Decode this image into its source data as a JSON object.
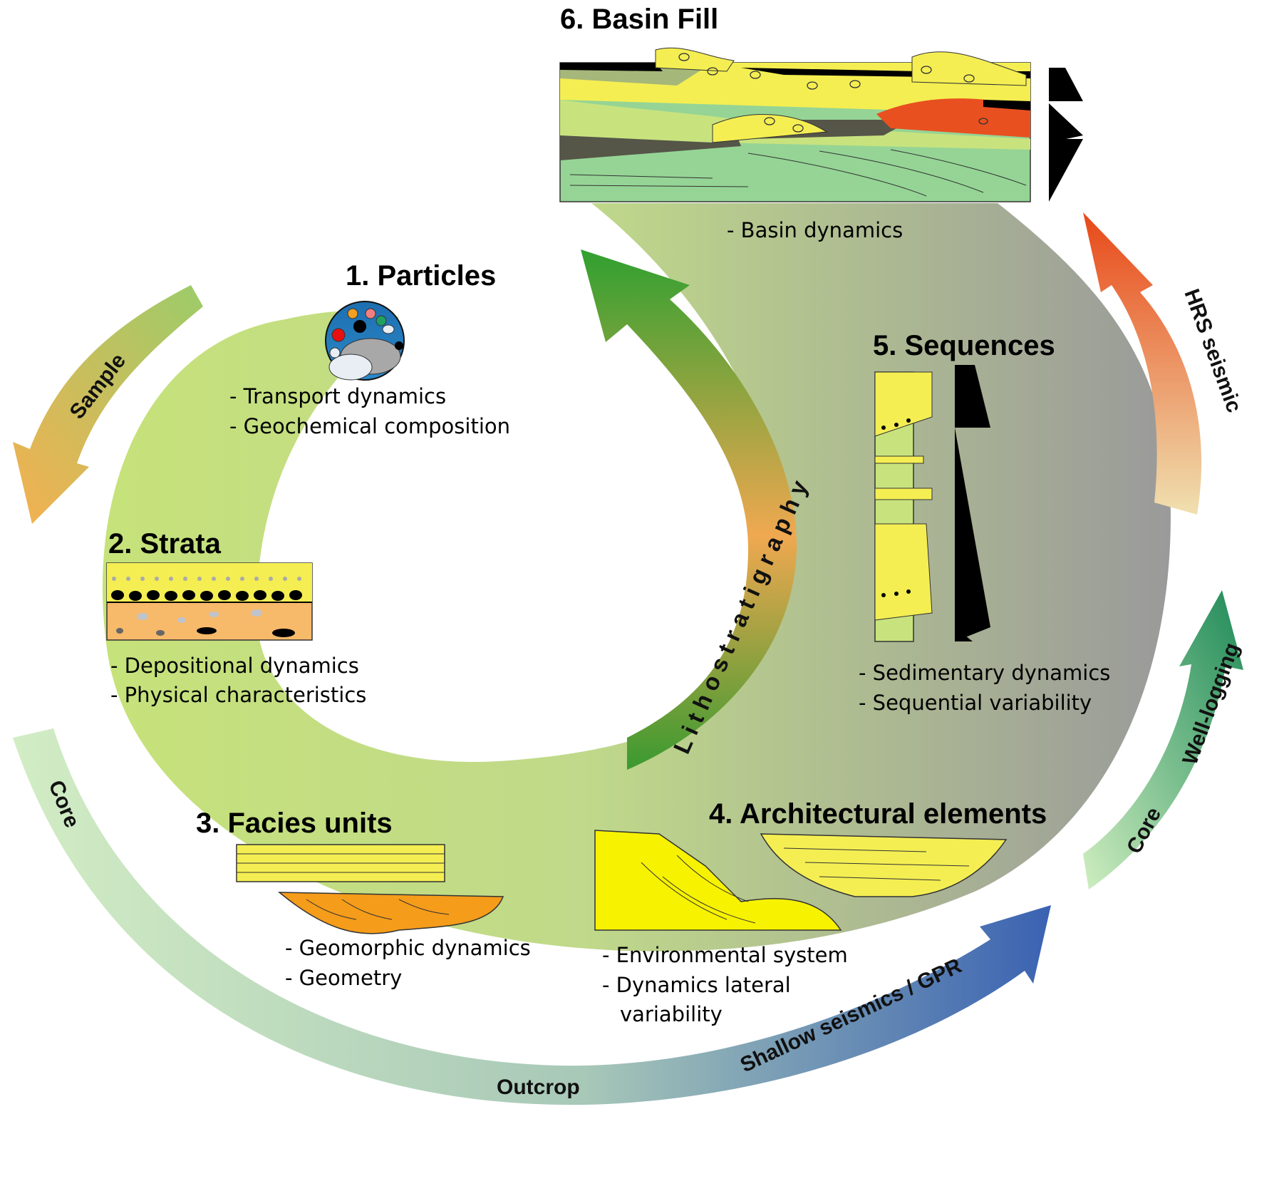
{
  "stages": {
    "particles": {
      "title": "1. Particles",
      "lines": [
        "- Transport dynamics",
        "- Geochemical composition"
      ]
    },
    "strata": {
      "title": "2. Strata",
      "lines": [
        "- Depositional dynamics",
        "- Physical characteristics"
      ]
    },
    "facies": {
      "title": "3. Facies units",
      "lines": [
        "- Geomorphic dynamics",
        "- Geometry"
      ]
    },
    "architectural": {
      "title": "4. Architectural elements",
      "lines": [
        "- Environmental system",
        "- Dynamics lateral",
        "variability"
      ]
    },
    "sequences": {
      "title": "5. Sequences",
      "lines": [
        "- Sedimentary dynamics",
        "- Sequential variability"
      ]
    },
    "basin": {
      "title": "6. Basin Fill",
      "lines": [
        "- Basin dynamics"
      ]
    }
  },
  "methods": {
    "sample": "Sample",
    "core_left": "Core",
    "outcrop": "Outcrop",
    "shallow": "Shallow seismics / GPR",
    "core_right": "Core",
    "well_logging": "Well-logging",
    "hrs": "HRS seismic",
    "litho": "Lithostratigraphy"
  },
  "colors": {
    "loop_light": "#c8e37e",
    "loop_gray": "#9c9c9c",
    "sand": "#f4ee52",
    "orange_sand": "#f7b96a",
    "facies_orange": "#f59c1a",
    "red_unit": "#e85020",
    "green_base": "#95d495",
    "olive": "#a6b77a",
    "dark_shale": "#555548",
    "lithostrat_green": "#3a9a30",
    "lithostrat_orange": "#f0a850",
    "hrs_red": "#e84e20",
    "well_green": "#2a8a50",
    "gpr_blue": "#3a66b4",
    "core_pale": "#cbeac0"
  }
}
